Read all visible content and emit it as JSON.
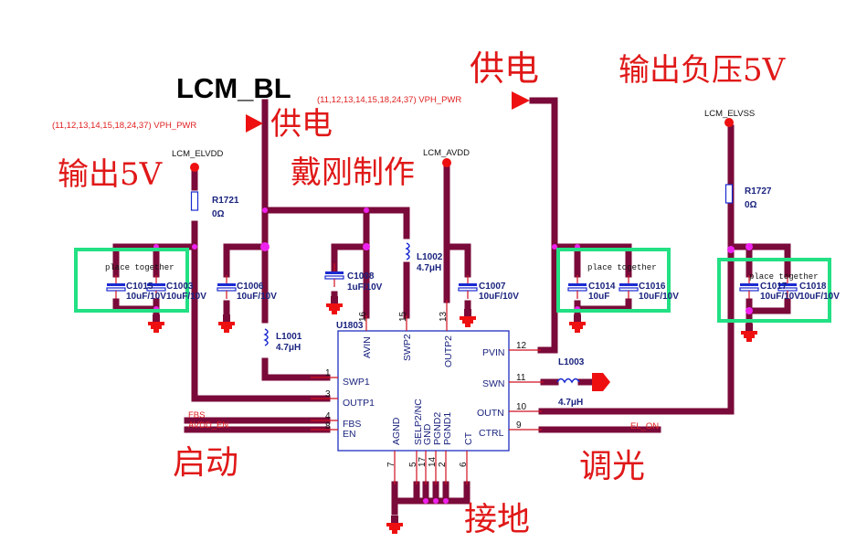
{
  "title": "LCM_BL",
  "power_ref_left": "(11,12,13,14,15,18,24,37)   VPH_PWR",
  "power_ref_top": "(11,12,13,14,15,18,24,37)   VPH_PWR",
  "annotations": {
    "supply_1": "供电",
    "supply_2": "供电",
    "output_5v": "输出5V",
    "output_neg_5v": "输出负压5V",
    "author": "戴刚制作",
    "enable": "启动",
    "dimming": "调光",
    "ground": "接地"
  },
  "nets": {
    "elvdd": "LCM_ELVDD",
    "avdd": "LCM_AVDD",
    "elvss": "LCM_ELVSS",
    "fbs": "FBS",
    "avdd_en": "AVDD_EN",
    "el_on": "EL_ON"
  },
  "place_together": "place together",
  "components": {
    "r1721": {
      "ref": "R1721",
      "value": "0Ω"
    },
    "r1727": {
      "ref": "R1727",
      "value": "0Ω"
    },
    "l1001": {
      "ref": "L1001",
      "value": "4.7μH"
    },
    "l1002": {
      "ref": "L1002",
      "value": "4.7μH"
    },
    "l1003": {
      "ref": "L1003",
      "value": "4.7μH"
    },
    "c1015": {
      "ref": "C1015",
      "value": "10uF/10V"
    },
    "c1003": {
      "ref": "C1003",
      "value": "10uF/10V"
    },
    "c1006": {
      "ref": "C1006",
      "value": "10uF/10V"
    },
    "c1008": {
      "ref": "C1008",
      "value": "1uF/10V"
    },
    "c1007": {
      "ref": "C1007",
      "value": "10uF/10V"
    },
    "c1014": {
      "ref": "C1014",
      "value": "10uF"
    },
    "c1016": {
      "ref": "C1016",
      "value": "10uF/10V"
    },
    "c1017": {
      "ref": "C1017",
      "value": "10uF/10V"
    },
    "c1018": {
      "ref": "C1018",
      "value": "10uF/10V"
    }
  },
  "ic": {
    "ref": "U1803",
    "pins": {
      "avin": {
        "name": "AVIN",
        "num": "16"
      },
      "swp2": {
        "name": "SWP2",
        "num": "15"
      },
      "outp2": {
        "name": "OUTP2",
        "num": "13"
      },
      "swp1": {
        "name": "SWP1",
        "num": "1"
      },
      "outp1": {
        "name": "OUTP1",
        "num": "3"
      },
      "fbs": {
        "name": "FBS",
        "num": "4"
      },
      "en": {
        "name": "EN",
        "num": "8"
      },
      "pvin": {
        "name": "PVIN",
        "num": "12"
      },
      "swn": {
        "name": "SWN",
        "num": "11"
      },
      "outn": {
        "name": "OUTN",
        "num": "10"
      },
      "ctrl": {
        "name": "CTRL",
        "num": "9"
      },
      "agnd": {
        "name": "AGND",
        "num": "7"
      },
      "selp2": {
        "name": "SELP2/NC",
        "num": "5"
      },
      "gnd": {
        "name": "GND",
        "num": "17"
      },
      "pgnd2": {
        "name": "PGND2",
        "num": "14"
      },
      "pgnd1": {
        "name": "PGND1",
        "num": "2"
      },
      "ct": {
        "name": "CT",
        "num": "6"
      }
    }
  },
  "colors": {
    "wire": "#7a0a3a",
    "annotation": "#e01818",
    "highlight_box": "#22e083",
    "component": "#1a237e"
  }
}
